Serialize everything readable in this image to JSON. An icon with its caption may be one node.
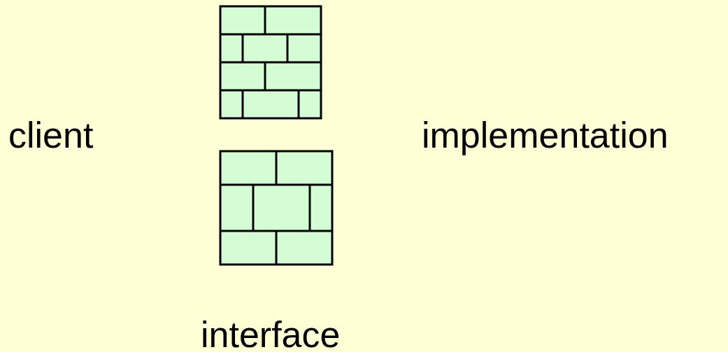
{
  "diagram": {
    "labels": [
      "client",
      "implementation",
      "interface"
    ]
  }
}
